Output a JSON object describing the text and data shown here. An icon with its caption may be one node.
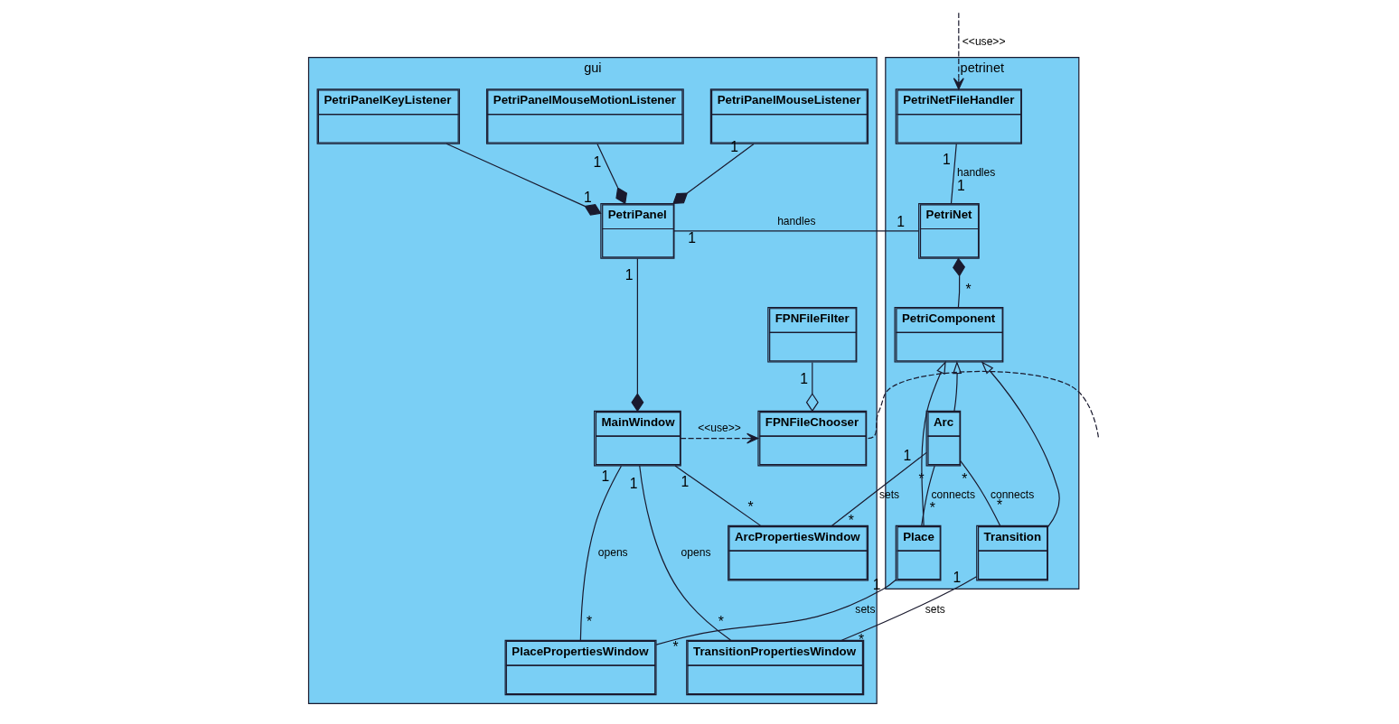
{
  "diagram": {
    "nodes": [
      {
        "text": [
          "petrinet"
        ]
      },
      {
        "text": [
          "PetriNetFileHandler"
        ],
        "in": 0
      },
      {
        "text": [
          "PetriNet"
        ],
        "in": 0
      },
      {
        "text": [
          "PetriComponent"
        ],
        "in": 0
      },
      {
        "text": [
          "Arc"
        ],
        "in": 0
      },
      {
        "text": [
          "Place"
        ],
        "in": 0
      },
      {
        "text": [
          "Transition"
        ],
        "in": 0
      },
      {
        "text": [
          "gui"
        ]
      },
      {
        "text": [
          "PetriPanelKeyListener"
        ],
        "in": 7
      },
      {
        "text": [
          "PetriPanelMouseListener"
        ],
        "in": 7
      },
      {
        "text": [
          "PetriPanelMouseMotionListener"
        ],
        "in": 7
      },
      {
        "text": [
          "FPNFileFilter"
        ],
        "in": 7
      },
      {
        "text": [
          "PetriPanel"
        ],
        "in": 7
      },
      {
        "text": [
          "FPNFileChooser"
        ],
        "in": 7
      },
      {
        "text": [
          "MainWindow"
        ],
        "in": 7
      },
      {
        "text": [
          "TransitionPropertiesWindow"
        ],
        "in": 7
      },
      {
        "text": [
          "PlacePropertiesWindow"
        ],
        "in": 7
      },
      {
        "text": [
          "ArcPropertiesWindow"
        ],
        "in": 7
      }
    ],
    "edges": [
      {
        "from": null,
        "to": 1,
        "arrow": "to",
        "style": "dashed",
        "label": "<<use>>"
      },
      {
        "from": 1,
        "to": 2,
        "arrow": "none",
        "label": "handles"
      },
      {
        "from": 2,
        "to": 12,
        "arrow": "none",
        "label": "handles"
      },
      {
        "from": 3,
        "to": 2,
        "arrow": "other"
      },
      {
        "from": 4,
        "to": 3,
        "arrow": "to"
      },
      {
        "from": 5,
        "to": 3,
        "arrow": "to"
      },
      {
        "from": 6,
        "to": 3,
        "arrow": "to"
      },
      {
        "from": 4,
        "to": 5,
        "arrow": "none",
        "label": "connects"
      },
      {
        "from": 4,
        "to": 6,
        "arrow": "none",
        "label": "connects"
      },
      {
        "from": 6,
        "to": 15,
        "arrow": "none",
        "label": "sets"
      },
      {
        "from": 5,
        "to": 16,
        "arrow": "none",
        "label": "sets"
      },
      {
        "from": 4,
        "to": 17,
        "arrow": "none",
        "label": "sets"
      },
      {
        "from": 8,
        "to": 12,
        "arrow": "other"
      },
      {
        "from": 9,
        "to": 12,
        "arrow": "other"
      },
      {
        "from": 10,
        "to": 12,
        "arrow": "other"
      },
      {
        "from": 11,
        "to": 13,
        "arrow": "other"
      },
      {
        "from": 12,
        "to": 14,
        "arrow": "other"
      },
      {
        "from": 14,
        "to": 13,
        "arrow": "to",
        "style": "dashed",
        "label": "<<use>>"
      },
      {
        "from": 14,
        "to": 15,
        "arrow": "none",
        "label": "opens"
      },
      {
        "from": 14,
        "to": 16,
        "arrow": "none",
        "label": "opens"
      },
      {
        "from": 14,
        "to": 17,
        "arrow": "none"
      },
      {
        "from": 13,
        "to": null,
        "arrow": "none",
        "style": "dashed"
      }
    ],
    "labels": [
      "1",
      "1",
      "1",
      "1",
      "*",
      "*",
      "*",
      "*",
      "*",
      "1",
      "*",
      "1",
      "*",
      "1",
      "*",
      "1",
      "1",
      "1",
      "1",
      "1",
      "1",
      "*",
      "1",
      "*",
      "1",
      "*"
    ]
  }
}
